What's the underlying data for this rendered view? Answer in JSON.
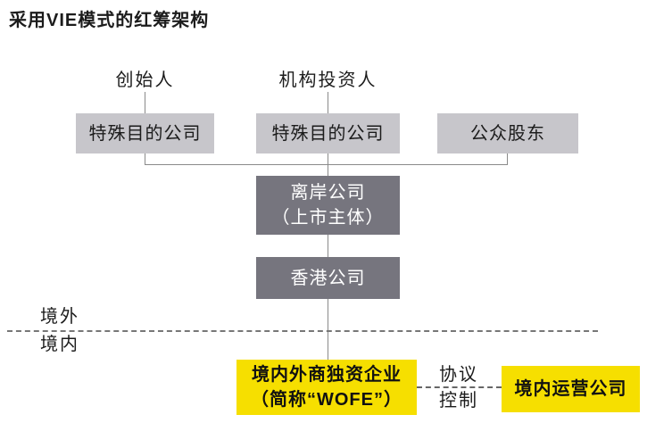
{
  "title": "采用VIE模式的红筹架构",
  "top_labels": {
    "founder": "创始人",
    "investor": "机构投资人"
  },
  "shareholder_boxes": {
    "spv1": "特殊目的公司",
    "spv2": "特殊目的公司",
    "public": "公众股东"
  },
  "offshore_chain": {
    "offshore_company_line1": "离岸公司",
    "offshore_company_line2": "（上市主体）",
    "hk_company": "香港公司"
  },
  "border_labels": {
    "offshore": "境外",
    "onshore": "境内"
  },
  "onshore_entities": {
    "wofe_line1": "境内外商独资企业",
    "wofe_line2": "（简称“WOFE”）",
    "agreement_line1": "协议",
    "agreement_line2": "控制",
    "operating_company": "境内运营公司"
  },
  "colors": {
    "box_light_gray": "#c7c6cb",
    "box_dark_gray": "#76757e",
    "box_yellow": "#f6df00",
    "line_gray": "#8a8a8a",
    "text_black": "#1c1c1c"
  }
}
